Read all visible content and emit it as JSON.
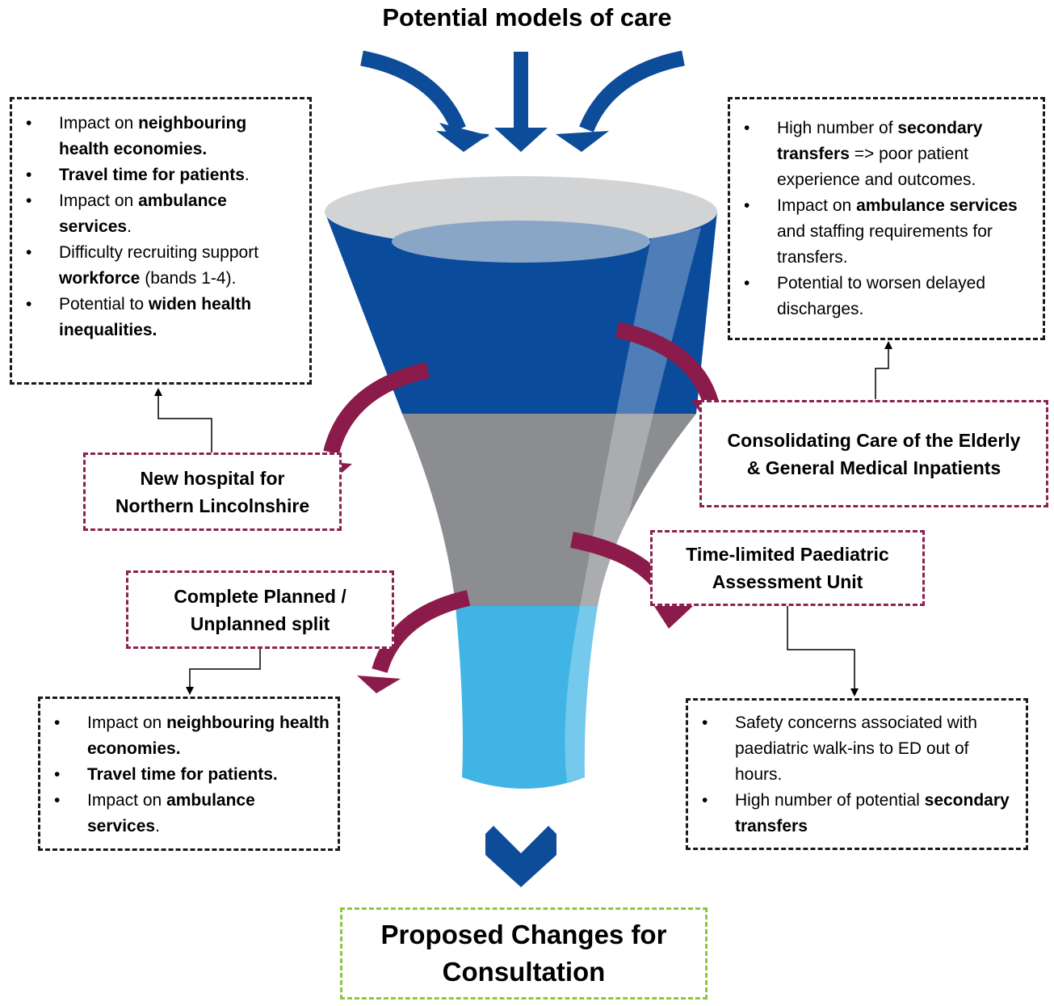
{
  "title": "Potential models of care",
  "colors": {
    "navy": "#0d4c99",
    "maroon": "#8a1b4a",
    "funnel_blue": "#0a4b9c",
    "funnel_grey": "#8b8d90",
    "funnel_light": "#3fb4e5",
    "final_border": "#8cc63f"
  },
  "icons": [
    "curved-arrow-left-icon",
    "down-arrow-icon",
    "curved-arrow-right-icon",
    "chevron-down-icon"
  ],
  "boxes": {
    "top_left": [
      [
        {
          "t": "Impact on "
        },
        {
          "t": "neighbouring health economies.",
          "b": true
        }
      ],
      [
        {
          "t": "Travel time for patients",
          "b": true
        },
        {
          "t": "."
        }
      ],
      [
        {
          "t": "Impact on "
        },
        {
          "t": "ambulance services",
          "b": true
        },
        {
          "t": "."
        }
      ],
      [
        {
          "t": "Difficulty recruiting support "
        },
        {
          "t": "workforce",
          "b": true
        },
        {
          "t": " (bands 1-4)."
        }
      ],
      [
        {
          "t": "Potential to "
        },
        {
          "t": "widen health inequalities.",
          "b": true
        }
      ]
    ],
    "top_right": [
      [
        {
          "t": "High number of "
        },
        {
          "t": "secondary transfers",
          "b": true
        },
        {
          "t": " => poor patient experience and outcomes."
        }
      ],
      [
        {
          "t": "Impact on "
        },
        {
          "t": "ambulance services",
          "b": true
        },
        {
          "t": " and staffing requirements for transfers."
        }
      ],
      [
        {
          "t": "Potential to worsen delayed discharges."
        }
      ]
    ],
    "bottom_left": [
      [
        {
          "t": "Impact on "
        },
        {
          "t": "neighbouring health economies.",
          "b": true
        }
      ],
      [
        {
          "t": "Travel time for patients.",
          "b": true
        }
      ],
      [
        {
          "t": "Impact on "
        },
        {
          "t": "ambulance services",
          "b": true
        },
        {
          "t": "."
        }
      ]
    ],
    "bottom_right": [
      [
        {
          "t": "Safety concerns associated with paediatric walk-ins to ED out of hours."
        }
      ],
      [
        {
          "t": "High number of potential "
        },
        {
          "t": "secondary transfers",
          "b": true
        }
      ]
    ]
  },
  "models": {
    "new_hospital": "New hospital for Northern Lincolnshire",
    "consolidating": "Consolidating Care of the Elderly & General Medical Inpatients",
    "paediatric": "Time-limited Paediatric Assessment Unit",
    "planned_split": "Complete Planned / Unplanned split"
  },
  "final": "Proposed Changes for Consultation"
}
